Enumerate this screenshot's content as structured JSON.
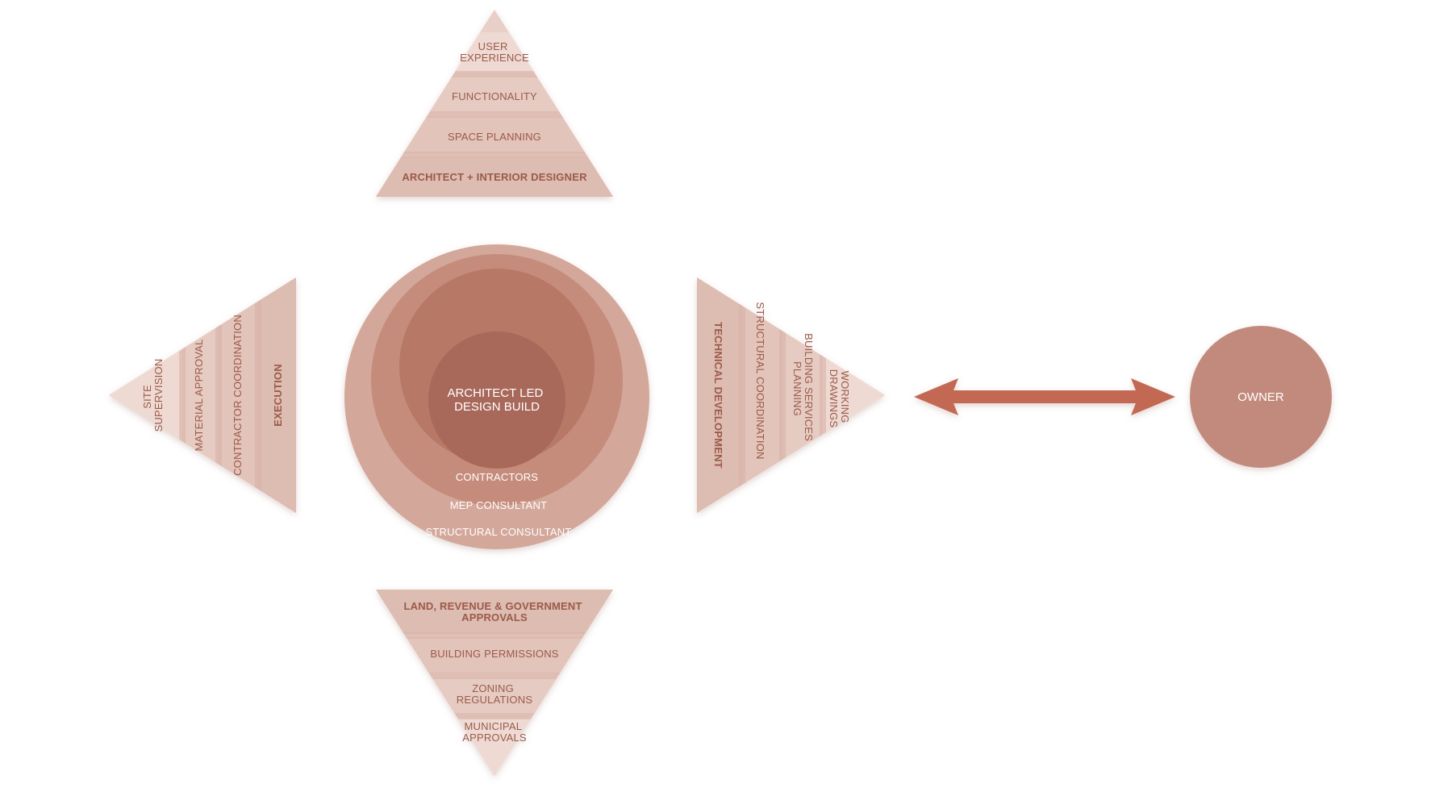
{
  "colors": {
    "light": "#e8cfc7",
    "mid": "#d9b2a6",
    "ring1": "#d3a79a",
    "ring2": "#c58c7c",
    "ring3": "#b87866",
    "core": "#a8685a",
    "text_dark": "#9b5a4a",
    "text_light": "#ffffff",
    "arrow": "#c36752",
    "owner": "#c28a7c"
  },
  "top_pyramid": {
    "tiers": [
      {
        "lines": [
          "USER",
          "EXPERIENCE"
        ]
      },
      {
        "lines": [
          "FUNCTIONALITY"
        ]
      },
      {
        "lines": [
          "SPACE PLANNING"
        ]
      },
      {
        "lines": [
          "ARCHITECT + INTERIOR DESIGNER"
        ]
      }
    ]
  },
  "bottom_pyramid": {
    "tiers": [
      {
        "lines": [
          "LAND, REVENUE & GOVERNMENT",
          "APPROVALS"
        ]
      },
      {
        "lines": [
          "BUILDING PERMISSIONS"
        ]
      },
      {
        "lines": [
          "ZONING",
          "REGULATIONS"
        ]
      },
      {
        "lines": [
          "MUNICIPAL",
          "APPROVALS"
        ]
      }
    ]
  },
  "left_pyramid": {
    "tiers": [
      {
        "lines": [
          "SITE",
          "SUPERVISION"
        ]
      },
      {
        "lines": [
          "MATERIAL APPROVAL"
        ]
      },
      {
        "lines": [
          "CONTRACTOR COORDINATION"
        ]
      },
      {
        "lines": [
          "EXECUTION"
        ]
      }
    ]
  },
  "right_pyramid": {
    "tiers": [
      {
        "lines": [
          "TECHNICAL DEVELOPMENT"
        ]
      },
      {
        "lines": [
          "STRUCTURAL COORDINATION"
        ]
      },
      {
        "lines": [
          "BUILDING SERVICES",
          "PLANNING"
        ]
      },
      {
        "lines": [
          "WORKING",
          "DRAWINGS"
        ]
      }
    ]
  },
  "center": {
    "core_lines": [
      "ARCHITECT LED",
      "DESIGN BUILD"
    ],
    "rings": [
      "CONTRACTORS",
      "MEP CONSULTANT",
      "STRUCTURAL CONSULTANT"
    ]
  },
  "owner": {
    "label": "OWNER"
  }
}
